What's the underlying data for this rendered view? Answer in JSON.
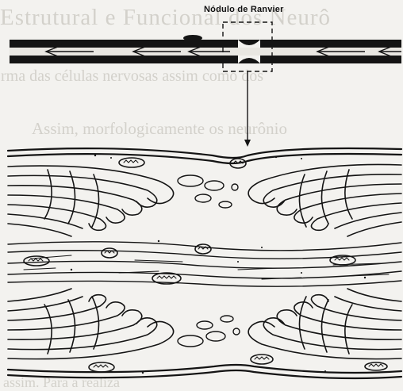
{
  "figure": {
    "node_label": "Nódulo de Ranvier"
  },
  "background_text": {
    "line_1": "Estrutural e Funcional dos Neurô",
    "line_2": "rma das células nervosas assim como dos",
    "line_3": "Assim, morfologicamente os neurônio",
    "line_4": "assim. Para a realiza"
  },
  "colors": {
    "ink": "#141414",
    "paper": "#f3f2ef",
    "bleed_text": "#d3d1cb"
  }
}
